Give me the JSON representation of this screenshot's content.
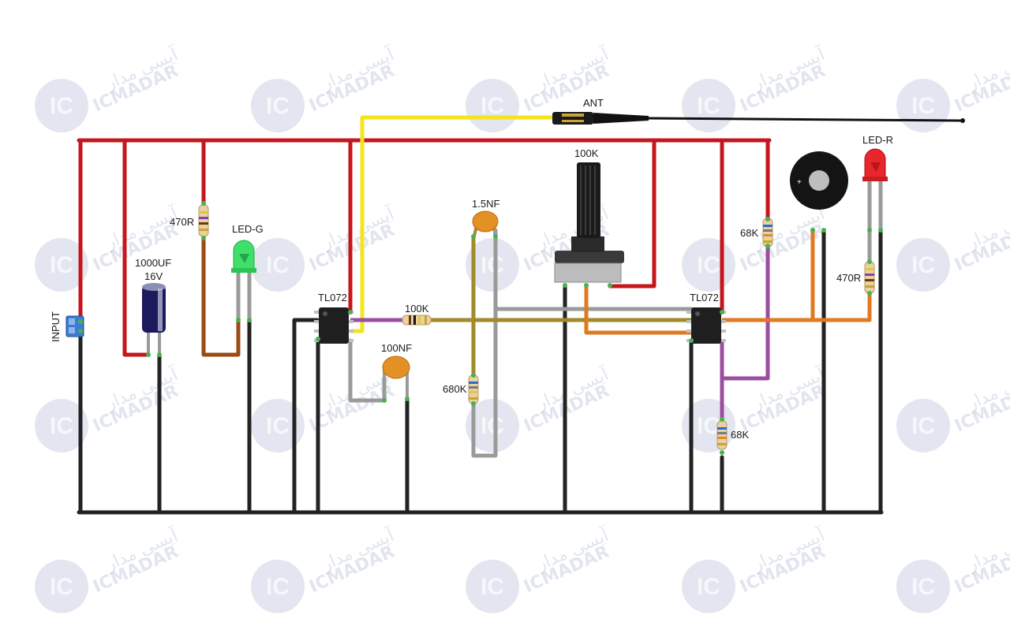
{
  "watermark": {
    "latin": "ICMADAR",
    "persian": "آیسی مدار",
    "logo": "IC"
  },
  "labels": {
    "input": "INPUT",
    "cap_value": "1000UF",
    "cap_voltage": "16V",
    "r_led_g": "470R",
    "led_g": "LED-G",
    "ic1": "TL072",
    "r_100k": "100K",
    "c_100nf": "100NF",
    "c_1_5nf": "1.5NF",
    "r_680k": "680K",
    "pot": "100K",
    "antenna": "ANT",
    "ic2": "TL072",
    "r_68k_top": "68K",
    "r_68k_bottom": "68K",
    "led_r": "LED-R",
    "r_led_r": "470R"
  },
  "colors": {
    "power": "#c4161c",
    "ground": "#222222",
    "signal_yellow": "#f4e41c",
    "orange": "#e07a20",
    "purple": "#9b4d9f",
    "olive": "#a08a2a",
    "grey": "#9a9a9a",
    "brown": "#9a4a14",
    "led_green": "#3ee06a",
    "led_red": "#e8262c"
  }
}
